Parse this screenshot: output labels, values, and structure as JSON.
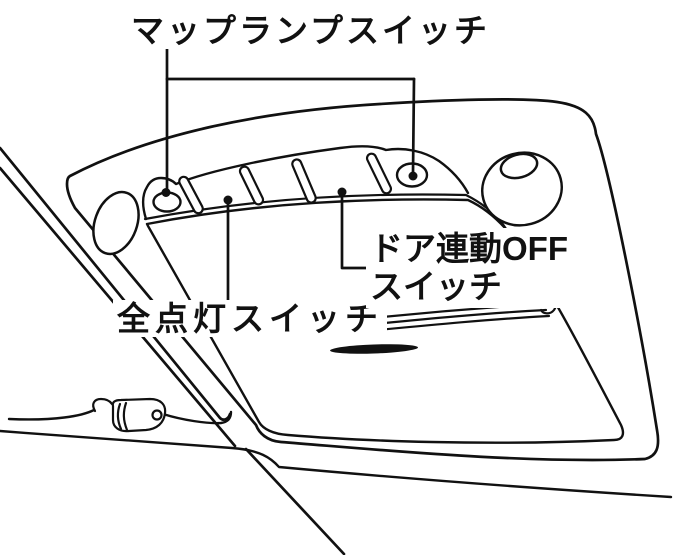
{
  "diagram": {
    "type": "overhead-console-line-illustration",
    "labels": {
      "map_lamp_switch": "マップランプスイッチ",
      "all_lights_switch": "全点灯スイッチ",
      "door_linked_off_line1": "ドア連動OFF",
      "door_linked_off_line2": "スイッチ"
    },
    "colors": {
      "line": "#111111",
      "background": "#ffffff"
    }
  }
}
